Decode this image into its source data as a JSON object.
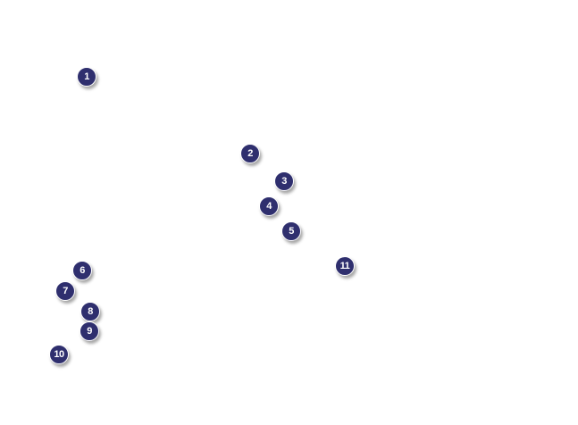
{
  "markers": [
    {
      "label": "1"
    },
    {
      "label": "2"
    },
    {
      "label": "3"
    },
    {
      "label": "4"
    },
    {
      "label": "5"
    },
    {
      "label": "6"
    },
    {
      "label": "7"
    },
    {
      "label": "8"
    },
    {
      "label": "9"
    },
    {
      "label": "10"
    },
    {
      "label": "11"
    }
  ],
  "colors": {
    "marker_fill": "#2f2f6e",
    "marker_text": "#ffffff",
    "background": "#ffffff"
  }
}
